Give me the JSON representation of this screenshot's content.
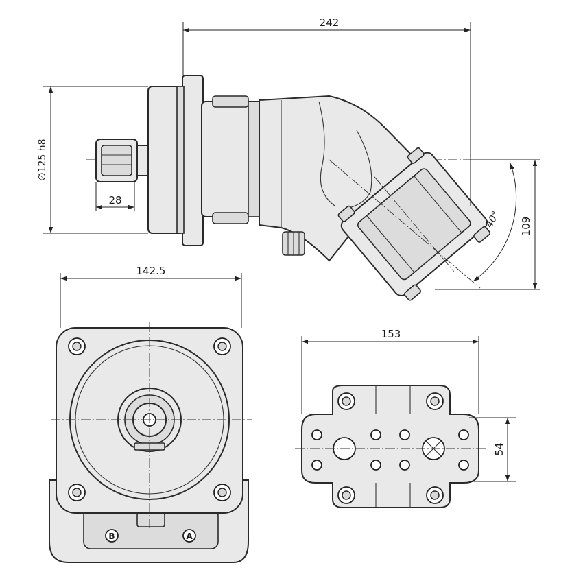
{
  "side_view": {
    "dim_total_length": "242",
    "dim_flange_diameter": "∅125 h8",
    "dim_shaft_length": "28",
    "dim_height_offset": "109",
    "dim_angle": "40°"
  },
  "front_view": {
    "dim_width": "142.5",
    "port_b": "B",
    "port_a": "A"
  },
  "port_view": {
    "dim_width": "153",
    "dim_height": "54"
  },
  "colors": {
    "line": "#222222",
    "fill": "#e9e9e9",
    "background": "#ffffff"
  }
}
